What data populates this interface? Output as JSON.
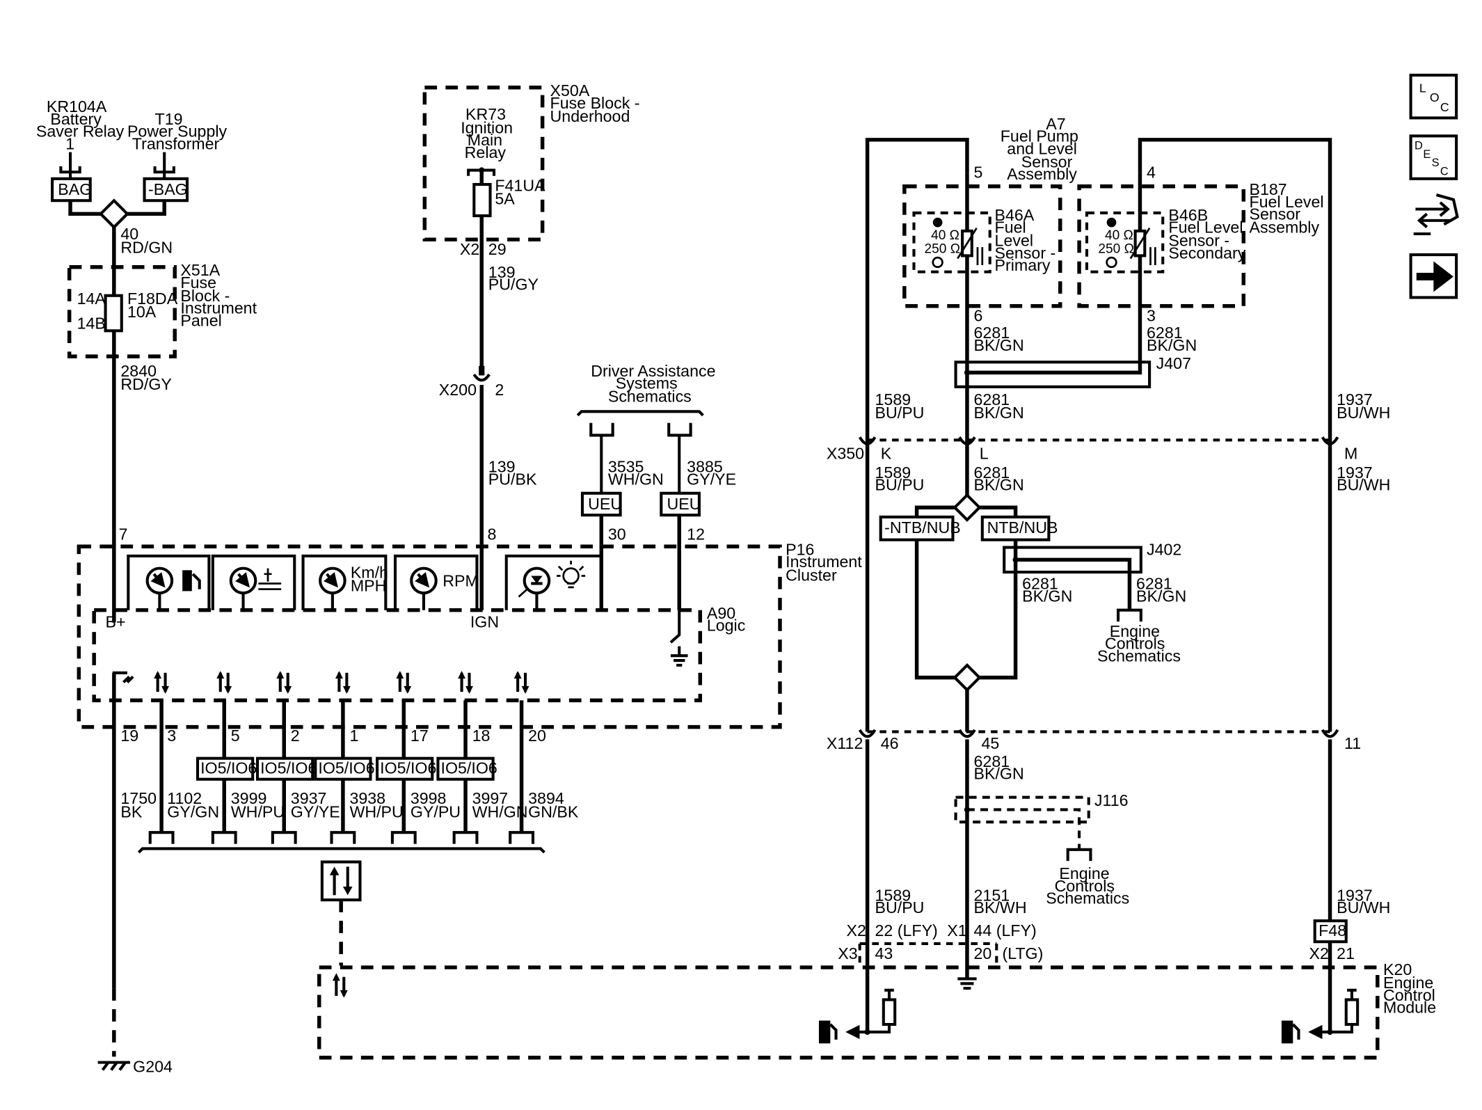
{
  "nav": {
    "loc": [
      "L",
      "O",
      "C"
    ],
    "desc": [
      "D",
      "E",
      "S",
      "C"
    ]
  },
  "components": {
    "kr104a": [
      "KR104A",
      "Battery",
      "Saver Relay",
      "1"
    ],
    "t19": [
      "T19",
      "Power Supply",
      "Transformer"
    ],
    "bag": "BAG",
    "neg_bag": "-BAG",
    "x50a": [
      "X50A",
      "Fuse Block -",
      "Underhood"
    ],
    "kr73": [
      "KR73",
      "Ignition",
      "Main",
      "Relay"
    ],
    "f41ua": [
      "F41UA",
      "5A"
    ],
    "x51a": [
      "X51A",
      "Fuse",
      "Block -",
      "Instrument",
      "Panel"
    ],
    "f18da": [
      "F18DA",
      "10A"
    ],
    "driver_assist": [
      "Driver Assistance",
      "Systems",
      "Schematics"
    ],
    "a7": [
      "A7",
      "Fuel Pump",
      "and Level",
      "Sensor",
      "Assembly"
    ],
    "b46a": [
      "B46A",
      "Fuel",
      "Level",
      "Sensor -",
      "Primary"
    ],
    "b46b": [
      "B46B",
      "Fuel Level",
      "Sensor -",
      "Secondary"
    ],
    "b187": [
      "B187",
      "Fuel Level",
      "Sensor",
      "Assembly"
    ],
    "p16": [
      "P16",
      "Instrument",
      "Cluster"
    ],
    "a90": [
      "A90",
      "Logic"
    ],
    "k20": [
      "K20",
      "Engine",
      "Control",
      "Module"
    ],
    "engine_controls": [
      "Engine",
      "Controls",
      "Schematics"
    ],
    "ueu": "UEU",
    "io5": "IO5/IO6",
    "ntb_neg": "-NTB/NUB",
    "ntb": "NTB/NUB",
    "f48": "F48",
    "g204": "G204",
    "ohm40": "40 Ω",
    "ohm250": "250 Ω"
  },
  "gauges": {
    "kmh": [
      "Km/h",
      "MPH"
    ],
    "rpm": "RPM"
  },
  "pins": {
    "bplus": "B+",
    "ign": "IGN",
    "p7": "7",
    "p8": "8",
    "p30": "30",
    "p12": "12",
    "x2": "X2",
    "p29": "29",
    "x200": "X200",
    "p2": "2",
    "a7_5": "5",
    "a7_4": "4",
    "a7_6": "6",
    "a7_3": "3",
    "j407": "J407",
    "j402": "J402",
    "j116": "J116",
    "x350": "X350",
    "k": "K",
    "l": "L",
    "m": "M",
    "x112": "X112",
    "p46": "46",
    "p45": "45",
    "p11": "11",
    "bot": [
      "19",
      "3",
      "5",
      "2",
      "1",
      "17",
      "18",
      "20"
    ],
    "ecm_x2": "X2",
    "ecm_22": "22 (LFY)",
    "ecm_x1": "X1",
    "ecm_44": "44 (LFY)",
    "ecm_x3": "X3",
    "ecm_43": "43",
    "ecm_20": "20",
    "ecm_ltg": "(LTG)",
    "ecm_x2b": "X2",
    "ecm_21": "21"
  },
  "wires": {
    "w40": [
      "40",
      "RD/GN"
    ],
    "w2840": [
      "2840",
      "RD/GY"
    ],
    "w139a": [
      "139",
      "PU/GY"
    ],
    "w139b": [
      "139",
      "PU/BK"
    ],
    "w3535": [
      "3535",
      "WH/GN"
    ],
    "w3885": [
      "3885",
      "GY/YE"
    ],
    "w6281": [
      "6281",
      "BK/GN"
    ],
    "w1589": [
      "1589",
      "BU/PU"
    ],
    "w1937": [
      "1937",
      "BU/WH"
    ],
    "w2151": [
      "2151",
      "BK/WH"
    ],
    "w1750": [
      "1750",
      "BK"
    ],
    "w1102": [
      "1102",
      "GY/GN"
    ],
    "w3999": [
      "3999",
      "WH/PU"
    ],
    "w3937": [
      "3937",
      "GY/YE"
    ],
    "w3938": [
      "3938",
      "WH/PU"
    ],
    "w3998": [
      "3998",
      "GY/PU"
    ],
    "w3997": [
      "3997",
      "WH/GN"
    ],
    "w3894": [
      "3894",
      "GN/BK"
    ]
  }
}
